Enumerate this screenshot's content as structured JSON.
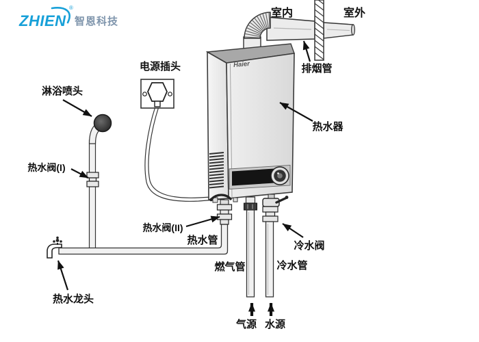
{
  "logo": {
    "brand": "ZHIEN",
    "registered_mark": "®",
    "company": "智恩科技",
    "brand_color": "#17a0d8",
    "company_color": "#8096ad"
  },
  "heater": {
    "brand_label": "Haier"
  },
  "labels": {
    "indoor": "室内",
    "outdoor": "室外",
    "exhaust_pipe": "排烟管",
    "water_heater": "热水器",
    "power_plug": "电源插头",
    "shower_head": "淋浴喷头",
    "hot_water_valve_1": "热水阀(I)",
    "hot_water_valve_2": "热水阀(II)",
    "hot_water_pipe": "热水管",
    "gas_pipe": "燃气管",
    "cold_water_valve": "冷水阀",
    "cold_water_pipe": "冷水管",
    "hot_water_faucet": "热水龙头",
    "gas_source": "气源",
    "water_source": "水源"
  },
  "colors": {
    "line": "#2a2a2a",
    "pipe_fill": "#f1f1f1",
    "panel_black": "#141414",
    "body_gray": "#e6e6e6"
  }
}
